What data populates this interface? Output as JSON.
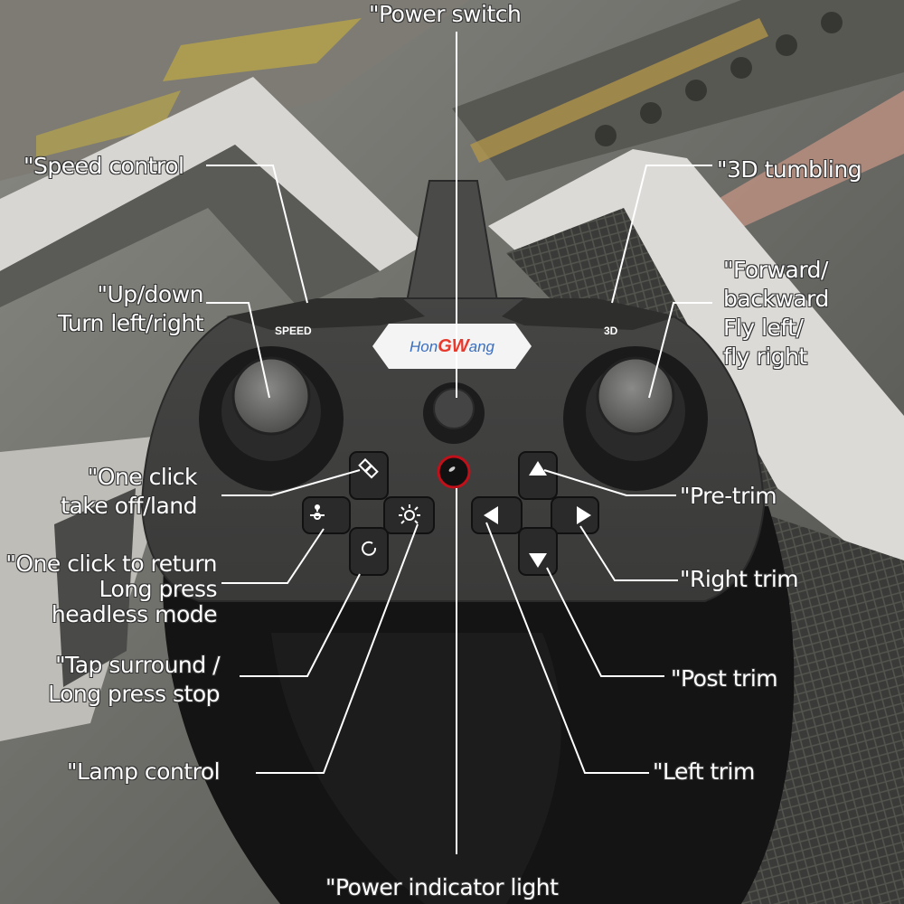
{
  "scene": {
    "subject": "Drone remote controller with annotated buttons",
    "brand_logo": {
      "part1": "Hon",
      "part2": "GW",
      "part3": "ang"
    },
    "left_stick_label": "SPEED",
    "right_stick_label": "3D",
    "colors": {
      "controller_body": "#2e2e2e",
      "controller_face": "#3b3b3a",
      "label_text": "#ffffff",
      "leader_line": "#ffffff",
      "logo_blue": "#3a6fc0",
      "logo_red": "#e8392c",
      "indicator_red": "#c0101a"
    }
  },
  "labels": {
    "power_switch": "\"Power switch",
    "speed_control": "\"Speed control",
    "three_d_tumbling": "\"3D tumbling",
    "up_down": {
      "line1": "\"Up/down",
      "line2": "Turn left/right"
    },
    "forward_backward": {
      "line1": "\"Forward/",
      "line2": "backward",
      "line3": "Fly left/",
      "line4": "fly right"
    },
    "one_click_takeoff": {
      "line1": "\"One click",
      "line2": "take off/land"
    },
    "pre_trim": "\"Pre-trim",
    "one_click_return": {
      "line1": "\"One click to return",
      "line2": "Long press",
      "line3": "headless mode"
    },
    "right_trim": "\"Right trim",
    "tap_surround": {
      "line1": "\"Tap surround /",
      "line2": "Long press stop"
    },
    "post_trim": "\"Post trim",
    "lamp_control": "\"Lamp control",
    "left_trim": "\"Left trim",
    "power_indicator": "\"Power indicator light"
  },
  "buttons": {
    "takeoff_land": "takeoff-land-icon",
    "return_headless": "return-headless-icon",
    "lamp": "lamp-icon",
    "surround": "rotate-icon",
    "pre_trim": "triangle-up-icon",
    "left_trim": "triangle-left-icon",
    "right_trim": "triangle-right-icon",
    "post_trim": "triangle-down-icon"
  }
}
